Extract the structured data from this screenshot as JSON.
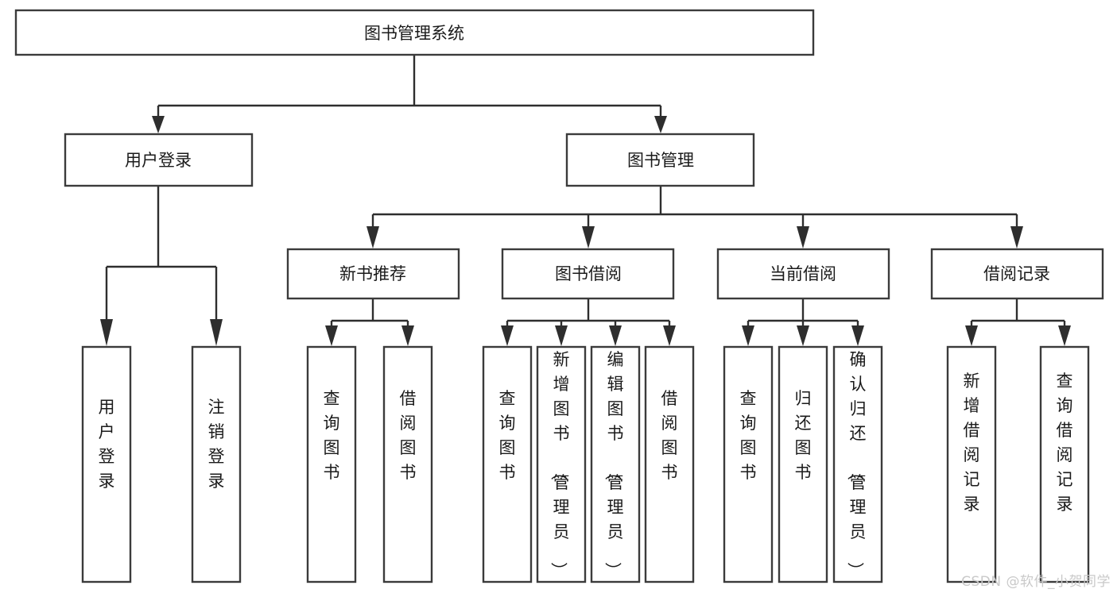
{
  "diagram": {
    "type": "tree",
    "title": "图书管理系统",
    "watermark": "CSDN @软件_小贺同学",
    "colors": {
      "box_stroke": "#3b3b3b",
      "box_fill": "#ffffff",
      "edge": "#2e2e2e",
      "text": "#1a1a1a",
      "watermark": "#c9c9c9",
      "background": "#ffffff"
    },
    "levels": {
      "root": {
        "label": "图书管理系统"
      },
      "level2": [
        {
          "label": "用户登录"
        },
        {
          "label": "图书管理"
        }
      ],
      "level3": [
        {
          "label": "新书推荐"
        },
        {
          "label": "图书借阅"
        },
        {
          "label": "当前借阅"
        },
        {
          "label": "借阅记录"
        }
      ],
      "leaves": {
        "user_login": [
          {
            "label": "用户登录"
          },
          {
            "label": "注销登录"
          }
        ],
        "new_book": [
          {
            "label": "查询图书"
          },
          {
            "label": "借阅图书"
          }
        ],
        "book_borrow": [
          {
            "label": "查询图书"
          },
          {
            "label": "新增图书（管理员）"
          },
          {
            "label": "编辑图书（管理员）"
          },
          {
            "label": "借阅图书"
          }
        ],
        "current_borrow": [
          {
            "label": "查询图书"
          },
          {
            "label": "归还图书"
          },
          {
            "label": "确认归还（管理员）"
          }
        ],
        "borrow_record": [
          {
            "label": "新增借阅记录"
          },
          {
            "label": "查询借阅记录"
          }
        ]
      }
    }
  }
}
